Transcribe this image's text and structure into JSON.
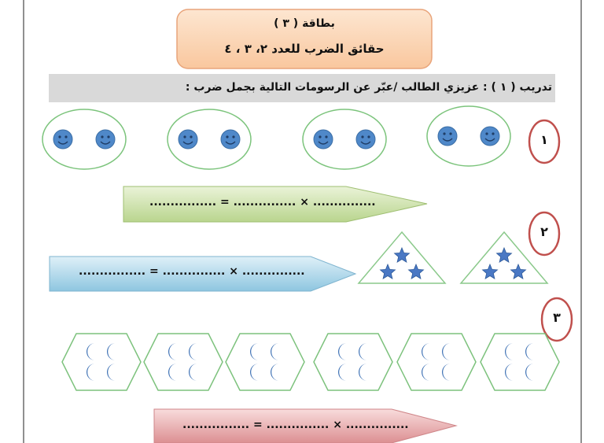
{
  "card": {
    "title": "بطاقة ( ٣ )",
    "subtitle": "حقائق الضرب للعدد ٢، ٣ ، ٤"
  },
  "exercise": {
    "heading": "تدريب ( ١ ) : عزيزي الطالب /عبّر عن الرسومات التالية بجمل ضرب :"
  },
  "numbers": {
    "one": "١",
    "two": "٢",
    "three": "٣"
  },
  "equations": {
    "eq1": "................ = ............... × ...............",
    "eq2": "................ = ............... × ...............",
    "eq3": "................ = ............... × ..............."
  },
  "groups": {
    "ovals": 4,
    "smileys_per_oval": 2,
    "triangles": 2,
    "stars_per_triangle": 3,
    "hexagons": 6,
    "moons_per_hexagon": 4
  },
  "colors": {
    "ovalStroke": "#7cc47c",
    "smiley": "#4f88c9",
    "star": "#4a78c4",
    "triangleStroke": "#8bc98b",
    "moon": "#3f72b5",
    "hexStroke": "#7dc27d",
    "circleStroke": "#c0504d",
    "greenBar": "#cfe2ad",
    "blueBar": "#a9d3e8",
    "pinkBar": "#e9a9ab",
    "cardFill": "#fcd9bd",
    "cardStroke": "#e8a47a",
    "headingBg": "#d7d7d7"
  }
}
